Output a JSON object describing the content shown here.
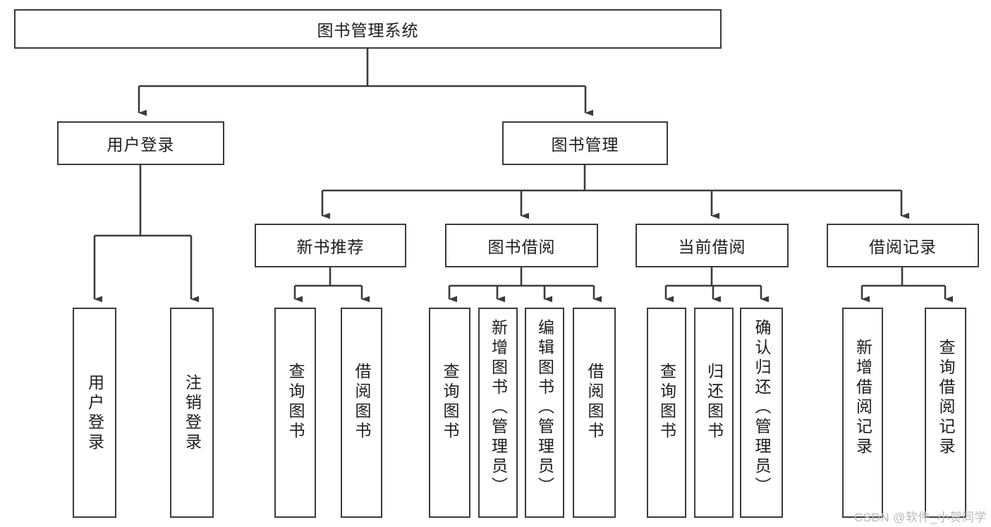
{
  "diagram": {
    "type": "tree-hierarchy",
    "title": "图书管理系统",
    "root": {
      "label": "图书管理系统"
    },
    "level2": [
      {
        "id": "user-login",
        "label": "用户登录"
      },
      {
        "id": "book-manage",
        "label": "图书管理"
      }
    ],
    "level3": [
      {
        "id": "new-book-recommend",
        "label": "新书推荐",
        "parent": "book-manage"
      },
      {
        "id": "book-borrow",
        "label": "图书借阅",
        "parent": "book-manage"
      },
      {
        "id": "current-borrow",
        "label": "当前借阅",
        "parent": "book-manage"
      },
      {
        "id": "borrow-record",
        "label": "借阅记录",
        "parent": "book-manage"
      }
    ],
    "leaves": {
      "user_login": [
        {
          "id": "leaf-user-login",
          "label": "用户登录"
        },
        {
          "id": "leaf-logout-login",
          "label": "注销登录"
        }
      ],
      "new_book_recommend": [
        {
          "id": "leaf-query-book-1",
          "label": "查询图书"
        },
        {
          "id": "leaf-borrow-book-1",
          "label": "借阅图书"
        }
      ],
      "book_borrow": [
        {
          "id": "leaf-query-book-2",
          "label": "查询图书"
        },
        {
          "id": "leaf-add-book",
          "label": "新增图书（管理员）"
        },
        {
          "id": "leaf-edit-book",
          "label": "编辑图书（管理员）"
        },
        {
          "id": "leaf-borrow-book-2",
          "label": "借阅图书"
        }
      ],
      "current_borrow": [
        {
          "id": "leaf-query-book-3",
          "label": "查询图书"
        },
        {
          "id": "leaf-return-book",
          "label": "归还图书"
        },
        {
          "id": "leaf-confirm-return",
          "label": "确认归还（管理员）"
        }
      ],
      "borrow_record": [
        {
          "id": "leaf-add-record",
          "label": "新增借阅记录"
        },
        {
          "id": "leaf-query-record",
          "label": "查询借阅记录"
        }
      ]
    },
    "watermark": "CSDN @软件_小贺同学",
    "colors": {
      "stroke": "#3b3b3b",
      "text": "#1d1d1d",
      "background": "#ffffff",
      "watermark": "#b9b9b9"
    }
  }
}
